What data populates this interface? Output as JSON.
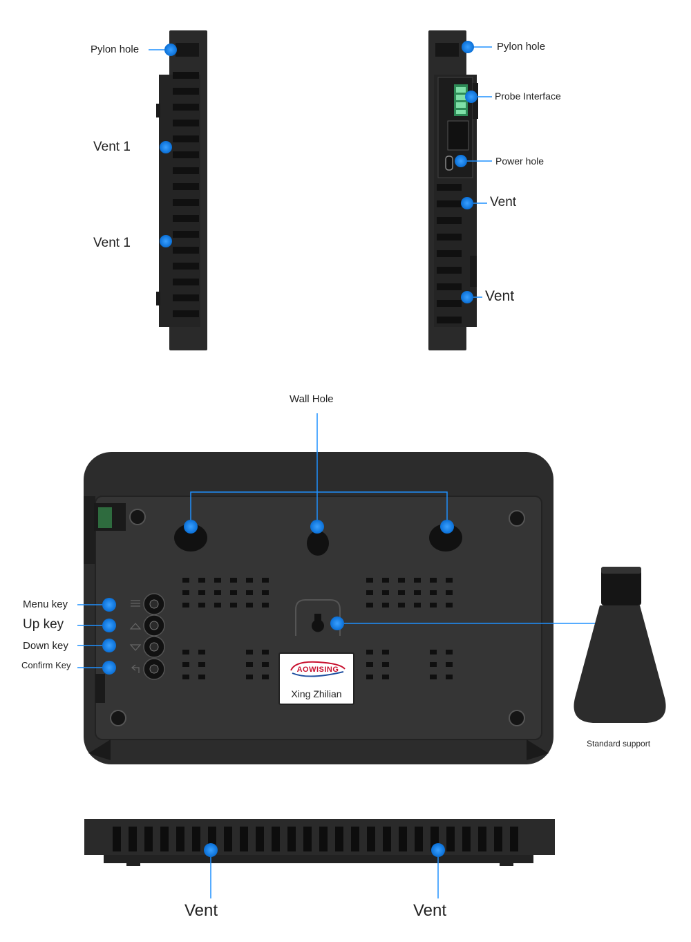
{
  "labels": {
    "pylon_hole_left": "Pylon hole",
    "pylon_hole_right": "Pylon hole",
    "vent1_top": "Vent 1",
    "vent1_bottom": "Vent 1",
    "probe_interface": "Probe Interface",
    "power_hole": "Power hole",
    "vent_right_top": "Vent",
    "vent_right_bottom": "Vent",
    "wall_hole": "Wall Hole",
    "menu_key": "Menu key",
    "up_key": "Up key",
    "down_key": "Down key",
    "confirm_key": "Confirm Key",
    "standard_support": "Standard support",
    "vent_bottom_left": "Vent",
    "vent_bottom_right": "Vent"
  },
  "brand": {
    "logo_text": "AOWISING",
    "sub_text": "Xing Zhilian"
  },
  "colors": {
    "marker_blue": "#1e90ff",
    "device_body": "#2b2b2b",
    "probe_green": "#3cb371"
  }
}
